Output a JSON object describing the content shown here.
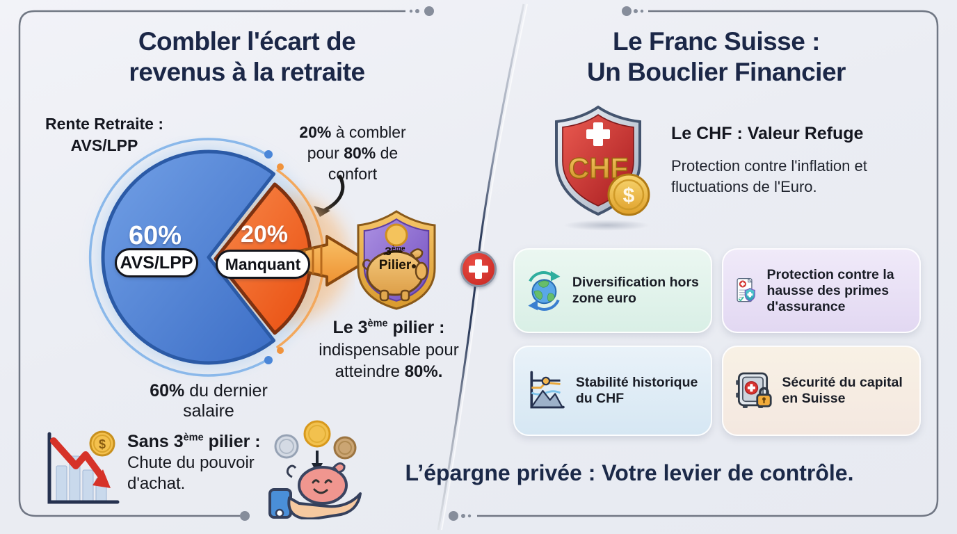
{
  "meta": {
    "language": "fr",
    "kind": "infographic"
  },
  "palette": {
    "navy_title": "#1b2747",
    "text_black": "#16181f",
    "pie_blue": "#4d7ed2",
    "pie_orange": "#f05a22",
    "swiss_red": "#d8332f",
    "gold": "#e8a83c",
    "pillar_purple": "#8a68cc",
    "frame_gray": "#5a6170"
  },
  "left_panel": {
    "title_line1": "Combler l'écart de",
    "title_line2": "revenus à la retraite",
    "pension_label_line1": "Rente Retraite :",
    "pension_label_line2": "AVS/LPP",
    "gap_note": {
      "bold1": "20%",
      "text1": " à combler",
      "text2": "pour ",
      "bold2": "80%",
      "text3": " de",
      "text4": "confort"
    },
    "pie": {
      "slice1_value": "60%",
      "slice1_label": "AVS/LPP",
      "slice2_value": "20%",
      "slice2_label": "Manquant"
    },
    "pillar_shield": {
      "line1_num": "3",
      "sup": "ème",
      "line2": "Pilier"
    },
    "pillar_note": {
      "bold_pre": "Le 3",
      "sup": "ème",
      "bold_post": " pilier :",
      "line2": "indispensable pour",
      "line3_text": "atteindre ",
      "line3_bold": "80%."
    },
    "salary_note": {
      "bold": "60%",
      "text": " du dernier salaire"
    },
    "no_pillar": {
      "bold_pre": "Sans 3",
      "sup": "ème",
      "bold_post": " pilier :",
      "line2": "Chute du pouvoir",
      "line3": "d'achat."
    }
  },
  "right_panel": {
    "title_line1": "Le Franc Suisse :",
    "title_line2": "Un Bouclier Financier",
    "chf": {
      "shield_text": "CHF",
      "coin_symbol": "$",
      "heading": "Le CHF : Valeur Refuge",
      "body": "Protection contre l'inflation et fluctuations de l'Euro."
    },
    "cards": [
      {
        "icon": "globe-sync-icon",
        "label": "Diversification hors zone euro"
      },
      {
        "icon": "insurance-document-icon",
        "label": "Protection contre la hausse des primes d'assurance"
      },
      {
        "icon": "stability-chart-icon",
        "label": "Stabilité historique du CHF"
      },
      {
        "icon": "safe-vault-icon",
        "label": "Sécurité du capital en Suisse"
      }
    ]
  },
  "footer": {
    "banner": "L’épargne privée : Votre levier de contrôle."
  },
  "icons": {
    "dollar_symbol": "$",
    "divider_badge": "swiss-cross-badge"
  },
  "chart_data": {
    "type": "pie",
    "title": "Rente Retraite : AVS/LPP",
    "labels": [
      "AVS/LPP",
      "Manquant"
    ],
    "values": [
      60,
      20
    ],
    "unit": "%",
    "colors": [
      "#4d7ed2",
      "#f05a22"
    ],
    "legend_position": "inside",
    "annotations": [
      "20% à combler pour 80% de confort",
      "60% du dernier salaire",
      "Le 3ème pilier : indispensable pour atteindre 80%.",
      "Sans 3ème pilier : Chute du pouvoir d'achat."
    ]
  }
}
